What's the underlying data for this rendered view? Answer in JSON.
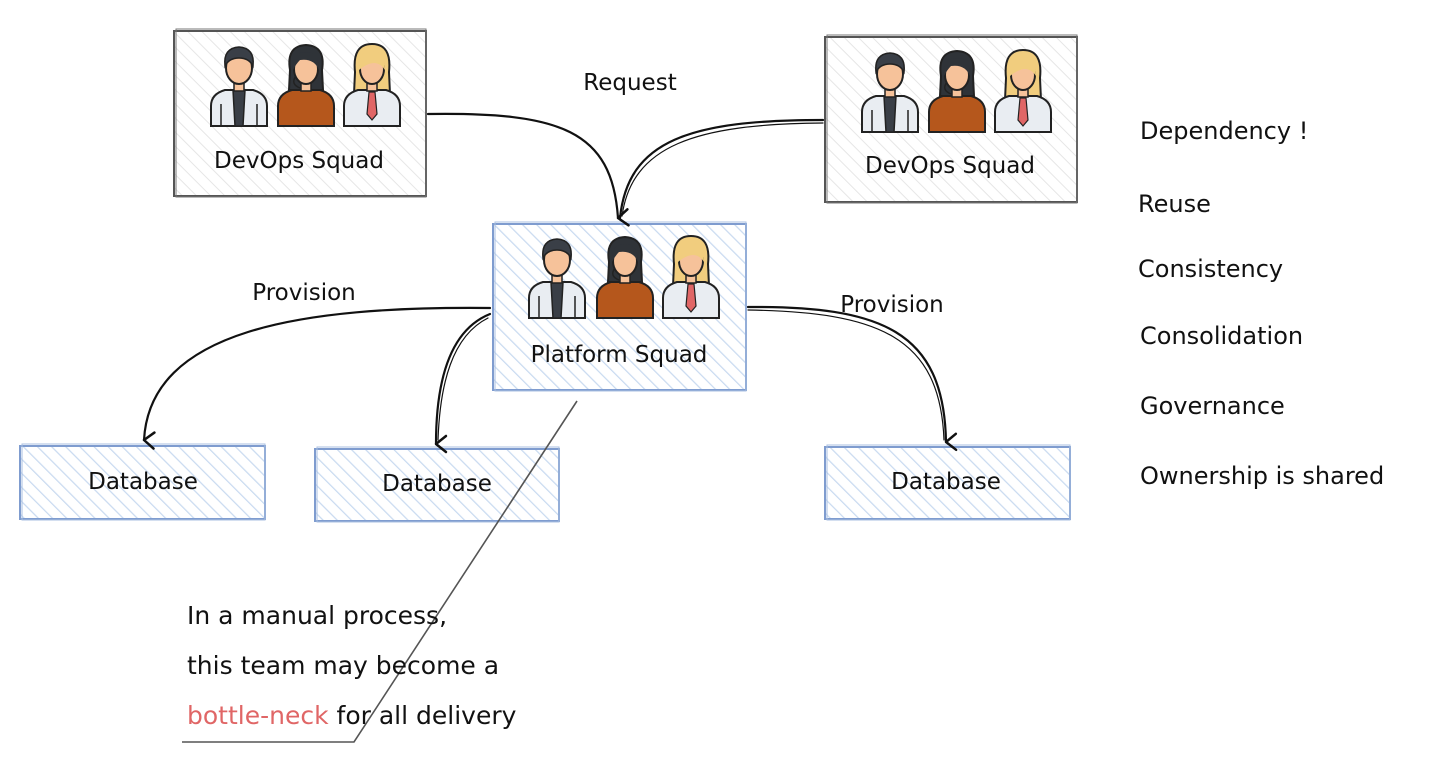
{
  "nodes": {
    "devops_left": "DevOps Squad",
    "devops_right": "DevOps Squad",
    "platform": "Platform Squad",
    "db1": "Database",
    "db2": "Database",
    "db3": "Database"
  },
  "edges": {
    "request": "Request",
    "provision_left": "Provision",
    "provision_right": "Provision"
  },
  "side_list": [
    "Dependency !",
    "Reuse",
    "Consistency",
    "Consolidation",
    "Governance",
    "Ownership is shared"
  ],
  "note": {
    "line1": "In a manual process,",
    "line2": "this team may become a",
    "highlight": "bottle-neck",
    "rest": " for all delivery"
  },
  "colors": {
    "blue_box_border": "#7f9ccf",
    "blue_hatch": "#c9daf0",
    "gray_box_border": "#555555",
    "gray_hatch": "#e3e3e3",
    "highlight": "#e06666"
  }
}
